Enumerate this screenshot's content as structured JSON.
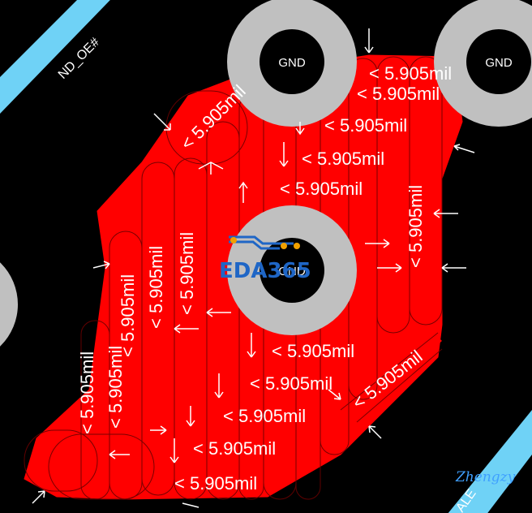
{
  "pads": [
    {
      "label": "GND"
    },
    {
      "label": "GND"
    },
    {
      "label": "GND"
    }
  ],
  "traces": {
    "top_left_label": "ND_OE#",
    "bottom_right_label": "ALE"
  },
  "clearance_value": "5.905mil",
  "clearance_labels": [
    "< 5.905mil",
    "< 5.905mil",
    "< 5.905mil",
    "< 5.905mil",
    "< 5.905mil",
    "< 5.905mil",
    "< 5.905mil",
    "< 5.905mil",
    "< 5.905mil",
    "< 5.905mil",
    "< 5.905mil",
    "< 5.905mil",
    "< 5.905mil",
    "< 5.905mil",
    "< 5.905mil",
    "< 5.905mil",
    "< 5.905mil",
    "< 5.905mil"
  ],
  "watermark": {
    "text": "EDA365"
  },
  "credit": {
    "text": "Zhengzy"
  },
  "colors": {
    "background": "#000000",
    "copper_pour": "#ff0000",
    "pad_ring": "#c0c0c0",
    "pad_hole": "#000000",
    "trace": "#6fd2f6",
    "watermark": "#1f66c6"
  }
}
